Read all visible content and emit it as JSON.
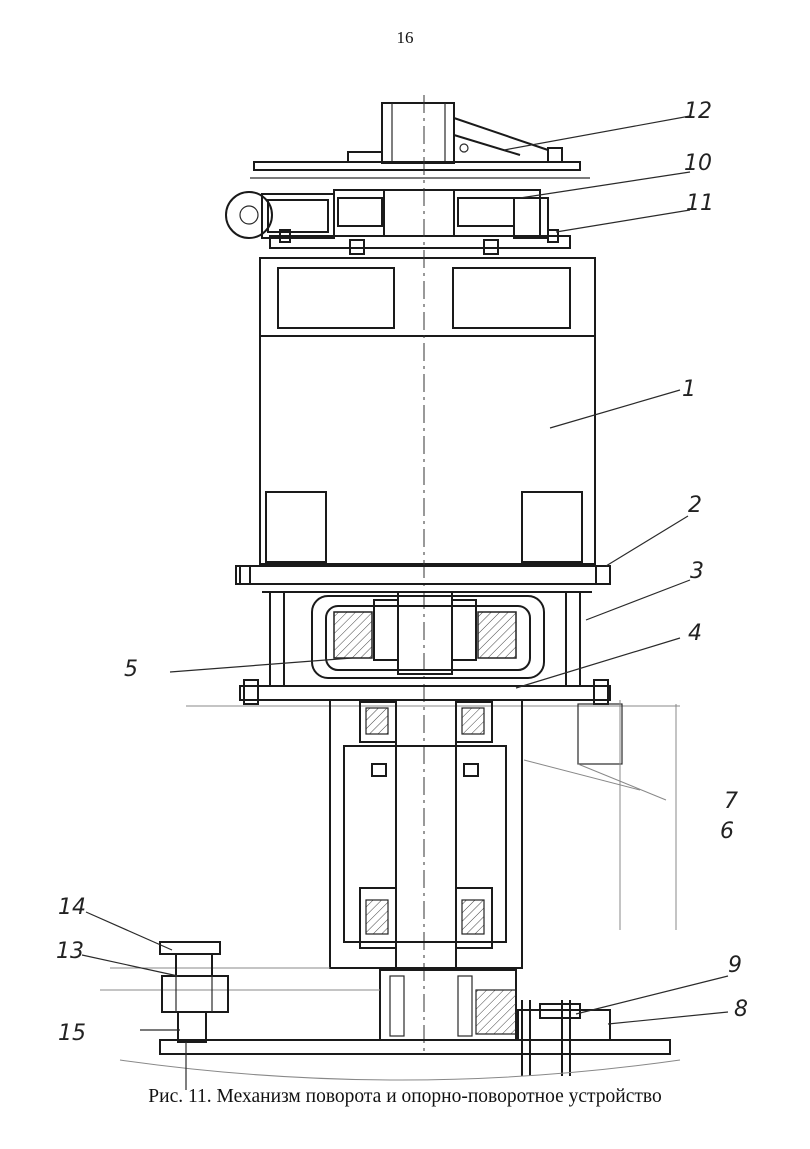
{
  "page_number": "16",
  "callouts": [
    "1",
    "2",
    "3",
    "4",
    "5",
    "6",
    "7",
    "8",
    "9",
    "10",
    "11",
    "12",
    "13",
    "14",
    "15"
  ],
  "caption": "Рис. 11. Механизм поворота и опорно-поворотное устройство"
}
